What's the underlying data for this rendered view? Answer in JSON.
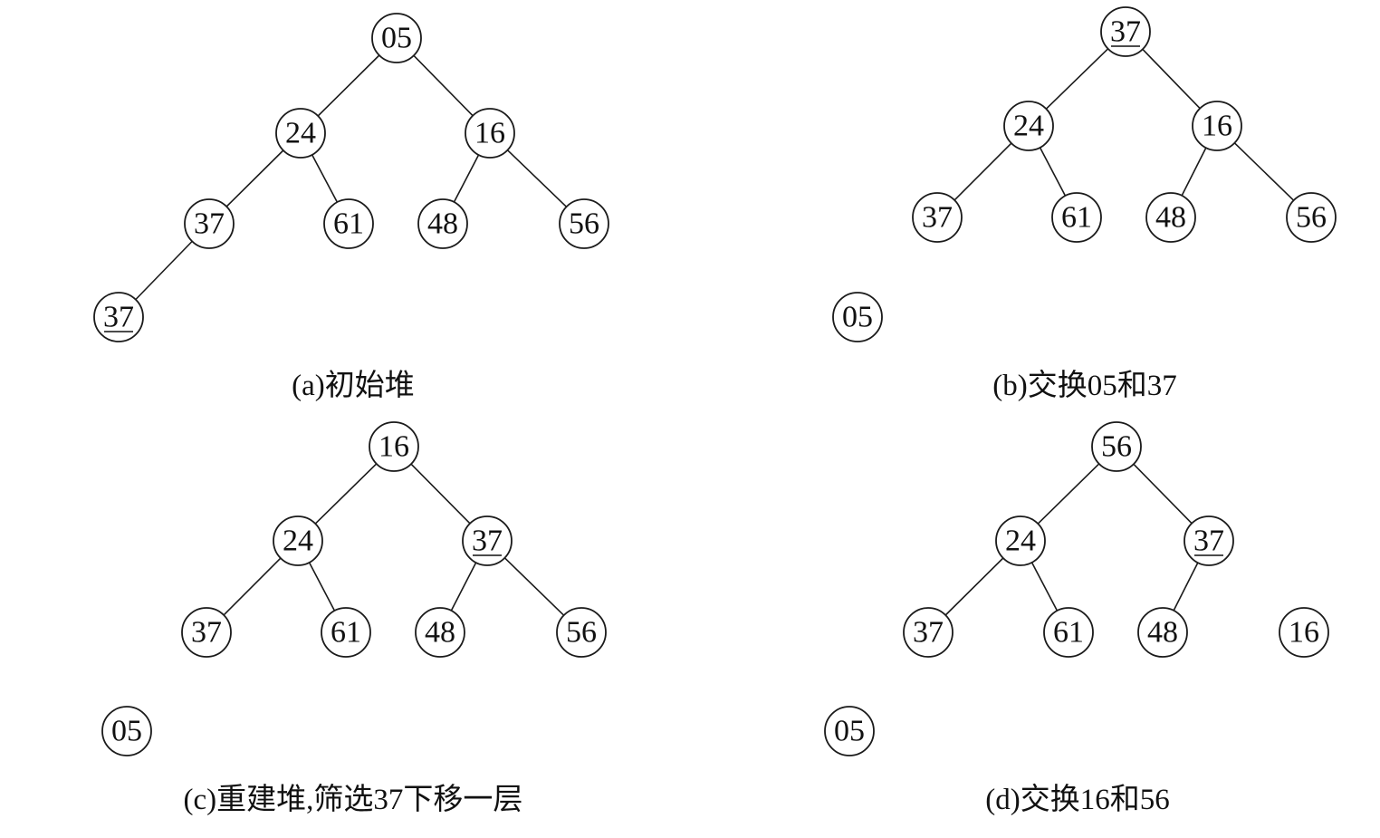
{
  "panels": [
    {
      "caption": "(a)初始堆",
      "nodes": [
        "05",
        "24",
        "16",
        "37",
        "61",
        "48",
        "56",
        "37"
      ],
      "underlined": [
        7
      ],
      "edges": [
        [
          0,
          1
        ],
        [
          0,
          2
        ],
        [
          1,
          3
        ],
        [
          1,
          4
        ],
        [
          2,
          5
        ],
        [
          2,
          6
        ],
        [
          3,
          7
        ]
      ]
    },
    {
      "caption": "(b)交换05和37",
      "nodes": [
        "37",
        "24",
        "16",
        "37",
        "61",
        "48",
        "56",
        "05"
      ],
      "underlined": [
        0
      ],
      "edges": [
        [
          0,
          1
        ],
        [
          0,
          2
        ],
        [
          1,
          3
        ],
        [
          1,
          4
        ],
        [
          2,
          5
        ],
        [
          2,
          6
        ]
      ]
    },
    {
      "caption": "(c)重建堆,筛选37下移一层",
      "nodes": [
        "16",
        "24",
        "37",
        "37",
        "61",
        "48",
        "56",
        "05"
      ],
      "underlined": [
        2
      ],
      "edges": [
        [
          0,
          1
        ],
        [
          0,
          2
        ],
        [
          1,
          3
        ],
        [
          1,
          4
        ],
        [
          2,
          5
        ],
        [
          2,
          6
        ]
      ]
    },
    {
      "caption": "(d)交换16和56",
      "nodes": [
        "56",
        "24",
        "37",
        "37",
        "61",
        "48",
        "16",
        "05"
      ],
      "underlined": [
        2
      ],
      "edges": [
        [
          0,
          1
        ],
        [
          0,
          2
        ],
        [
          1,
          3
        ],
        [
          1,
          4
        ],
        [
          2,
          5
        ]
      ]
    }
  ]
}
